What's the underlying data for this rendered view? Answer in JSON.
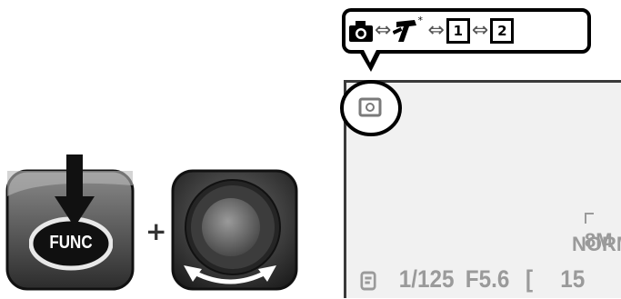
{
  "mode_strip": {
    "items": [
      {
        "icon": "camera-icon"
      },
      {
        "icon": "self-timer-icon"
      },
      {
        "label": "1"
      },
      {
        "label": "2"
      }
    ],
    "arrow": "⇔",
    "asterisk": "*"
  },
  "func_button": {
    "label": "FUNC"
  },
  "plus": "+",
  "lcd": {
    "shutter_speed": "1/125",
    "aperture": "F5.6",
    "bracket": "[",
    "shots": "15",
    "resolution": "8M",
    "quality": "NORM"
  }
}
